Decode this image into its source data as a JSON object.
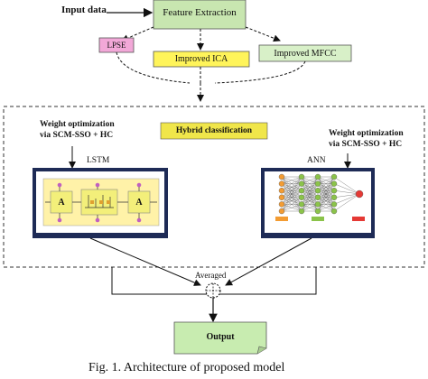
{
  "diagram": {
    "input_label": "Input data",
    "feature_extraction": "Feature Extraction",
    "features": {
      "lpse": "LPSE",
      "ica": "Improved ICA",
      "mfcc": "Improved MFCC"
    },
    "hybrid_title": "Hybrid classification",
    "weight_opt_left": [
      "Weight optimization",
      "via SCM-SSO + HC"
    ],
    "weight_opt_right": [
      "Weight optimization",
      "via SCM-SSO + HC"
    ],
    "lstm_title": "LSTM",
    "lstm_cell_label": "A",
    "ann_title": "ANN",
    "averaged_label": "Averaged",
    "output_label": "Output",
    "caption": "Fig. 1.   Architecture of proposed model"
  },
  "colors": {
    "feature_box": "#c8e6b0",
    "lpse_box": "#f2a8d8",
    "ica_box": "#fff45a",
    "mfcc_box": "#d8f0c8",
    "hybrid_box": "#f0e64a",
    "lstm_panel": "#fff2a8",
    "lstm_cell": "#f3ef7a",
    "ann_orange": "#f39c33",
    "ann_green": "#8bc34a",
    "ann_red": "#e53935",
    "navy_frame": "#1e2b56",
    "output_box": "#c8ecb0"
  }
}
